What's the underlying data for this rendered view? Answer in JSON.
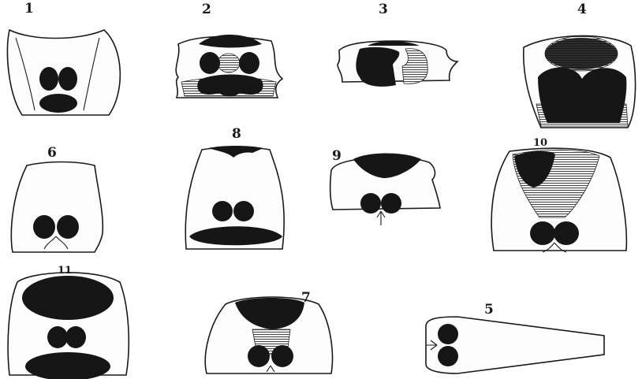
{
  "figure_labels": {
    "f1": "1",
    "f2": "2",
    "f3": "3",
    "f4": "4",
    "f5": "5",
    "f6": "6",
    "f7": "7",
    "f8": "8",
    "f9": "9",
    "f10": "10",
    "f11": "11"
  }
}
